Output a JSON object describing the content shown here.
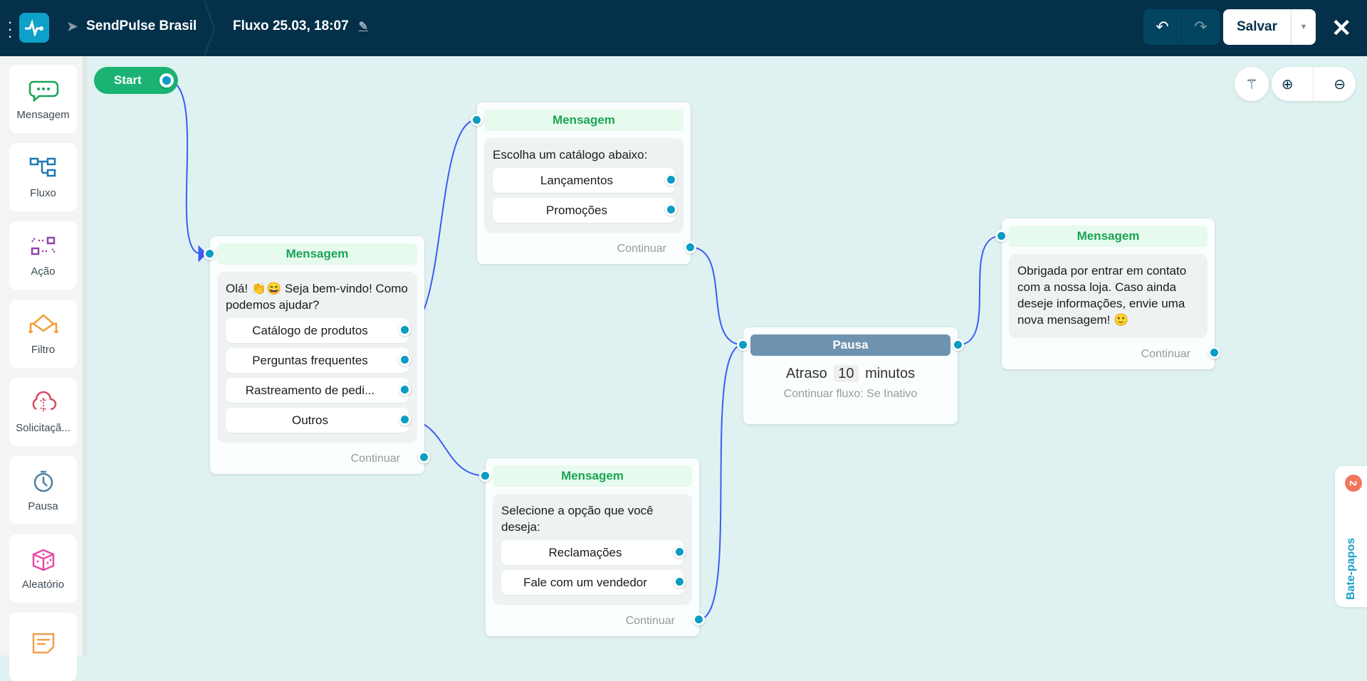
{
  "header": {
    "bot_name": "SendPulse Brasil",
    "flow_title": "Fluxo 25.03, 18:07",
    "save_label": "Salvar"
  },
  "sidebar": {
    "items": [
      {
        "label": "Mensagem",
        "icon": "message-icon",
        "color": "#1aa354"
      },
      {
        "label": "Fluxo",
        "icon": "flow-icon",
        "color": "#1f78b4"
      },
      {
        "label": "Ação",
        "icon": "action-icon",
        "color": "#8e44ad"
      },
      {
        "label": "Filtro",
        "icon": "filter-icon",
        "color": "#f39c35"
      },
      {
        "label": "Solicitaçã...",
        "icon": "cloud-request-icon",
        "color": "#d94a64"
      },
      {
        "label": "Pausa",
        "icon": "timer-icon",
        "color": "#4f7fa3"
      },
      {
        "label": "Aleatório",
        "icon": "dice-icon",
        "color": "#e84aa8"
      },
      {
        "label": "",
        "icon": "note-icon",
        "color": "#f0a04b"
      }
    ]
  },
  "canvas": {
    "start_label": "Start",
    "node1": {
      "title": "Mensagem",
      "text": "Olá! 👏😄 Seja bem-vindo! Como podemos ajudar?",
      "options": [
        "Catálogo de produtos",
        "Perguntas frequentes",
        "Rastreamento de pedi...",
        "Outros"
      ],
      "continue": "Continuar"
    },
    "node2": {
      "title": "Mensagem",
      "text": "Escolha um catálogo abaixo:",
      "options": [
        "Lançamentos",
        "Promoções"
      ],
      "continue": "Continuar"
    },
    "node3": {
      "title": "Mensagem",
      "text": "Selecione a opção que você deseja:",
      "options": [
        "Reclamações",
        "Fale com um vendedor"
      ],
      "continue": "Continuar"
    },
    "pause": {
      "title": "Pausa",
      "delay_label": "Atraso",
      "delay_value": "10",
      "delay_unit": "minutos",
      "continue_text": "Continuar fluxo: Se Inativo"
    },
    "node5": {
      "title": "Mensagem",
      "text": "Obrigada por entrar em contato com a nossa loja. Caso ainda deseje informações, envie uma nova mensagem! 🙂",
      "continue": "Continuar"
    }
  },
  "chats": {
    "label": "Bate-papos",
    "count": "2"
  },
  "colors": {
    "header": "#043049",
    "accent": "#0a9dc4",
    "edge": "#3d5cf5",
    "canvas": "#dff2f1"
  }
}
